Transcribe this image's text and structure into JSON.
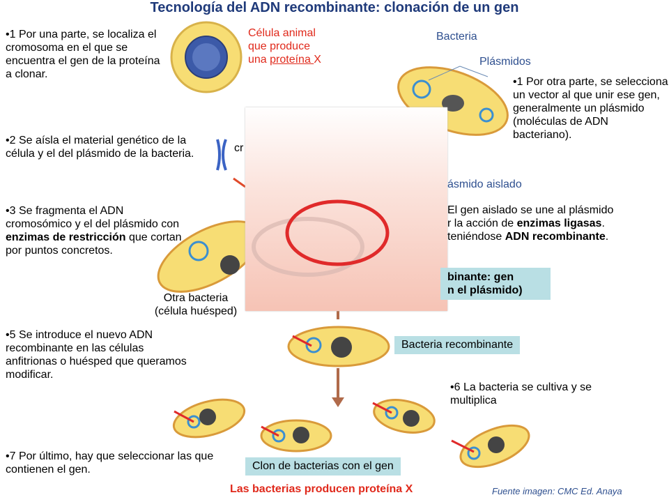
{
  "title": "Tecnología del ADN recombinante: clonación de  un gen",
  "steps": {
    "s1a": "•1 Por una parte, se localiza el cromosoma en el que se encuentra el gen de la proteína a clonar.",
    "s2": "•2 Se aísla el material genético de la célula y el del plásmido de la bacteria.",
    "s3_pre": "•3 Se fragmenta el ADN cromosómico y el del plásmido con ",
    "s3_bold": "enzimas de restricción",
    "s3_post": " que cortan por puntos concretos.",
    "s5": "•5 Se introduce el nuevo ADN recombinante en las células anfitrionas o huésped que queramos modificar.",
    "s7": "•7 Por último, hay que seleccionar las que contienen el gen.",
    "s1b": "•1 Por otra parte, se selecciona un vector al que unir ese gen, generalmente un plásmido (moléculas de ADN bacteriano).",
    "s4_pre": "El gen aislado se une al plásmido",
    "s4_mid1": "r la acción de ",
    "s4_bold1": "enzimas ligasas",
    "s4_mid2": ".",
    "s4_pre3": "teniéndose ",
    "s4_bold2": "ADN recombinante",
    "s4_end": ".",
    "s6": "•6 La bacteria se cultiva y se multiplica"
  },
  "labels": {
    "cell_line1": "Célula animal",
    "cell_line2": "que produce",
    "cell_line3_pre": "una ",
    "cell_line3_ul": "proteína ",
    "cell_line3_end": "X",
    "bacteria": "Bacteria",
    "plasmids": "Plásmidos",
    "plasmid_isolated": "ásmido aislado",
    "chromosome_partial": "cr",
    "other_bacteria_1": "Otra bacteria",
    "other_bacteria_2": "(célula huésped)",
    "recomb_box_1": "binante: gen",
    "recomb_box_2": "n el plásmido)",
    "recomb_bacteria": "Bacteria recombinante",
    "clone_box": "Clon de bacterias con el gen",
    "produce": "Las bacterias producen proteína X",
    "source": "Fuente imagen: CMC Ed. Anaya"
  },
  "colors": {
    "title": "#1f3a7a",
    "bacteria_fill": "#f7dd74",
    "bacteria_stroke": "#d99a3a",
    "plasmid_ring": "#e02a2a",
    "box": "#b9dfe4",
    "label_red": "#e0291b"
  }
}
